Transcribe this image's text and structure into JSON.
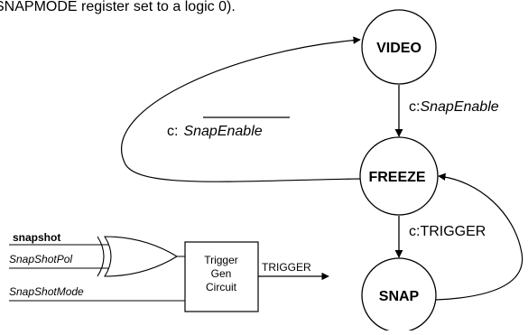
{
  "header_text": "SNAPMODE register set to a logic 0).",
  "states": {
    "video": "VIDEO",
    "freeze": "FREEZE",
    "snap": "SNAP"
  },
  "transitions": {
    "video_to_freeze_prefix": "c:",
    "video_to_freeze_signal": "SnapEnable",
    "freeze_to_video_prefix": "c:",
    "freeze_to_video_signal": "SnapEnable",
    "freeze_to_snap": "c:TRIGGER"
  },
  "circuit": {
    "input_snapshot": "snapshot",
    "input_pol": "SnapShotPol",
    "input_mode": "SnapShotMode",
    "block_line1": "Trigger",
    "block_line2": "Gen",
    "block_line3": "Circuit",
    "output_label": "TRIGGER"
  }
}
